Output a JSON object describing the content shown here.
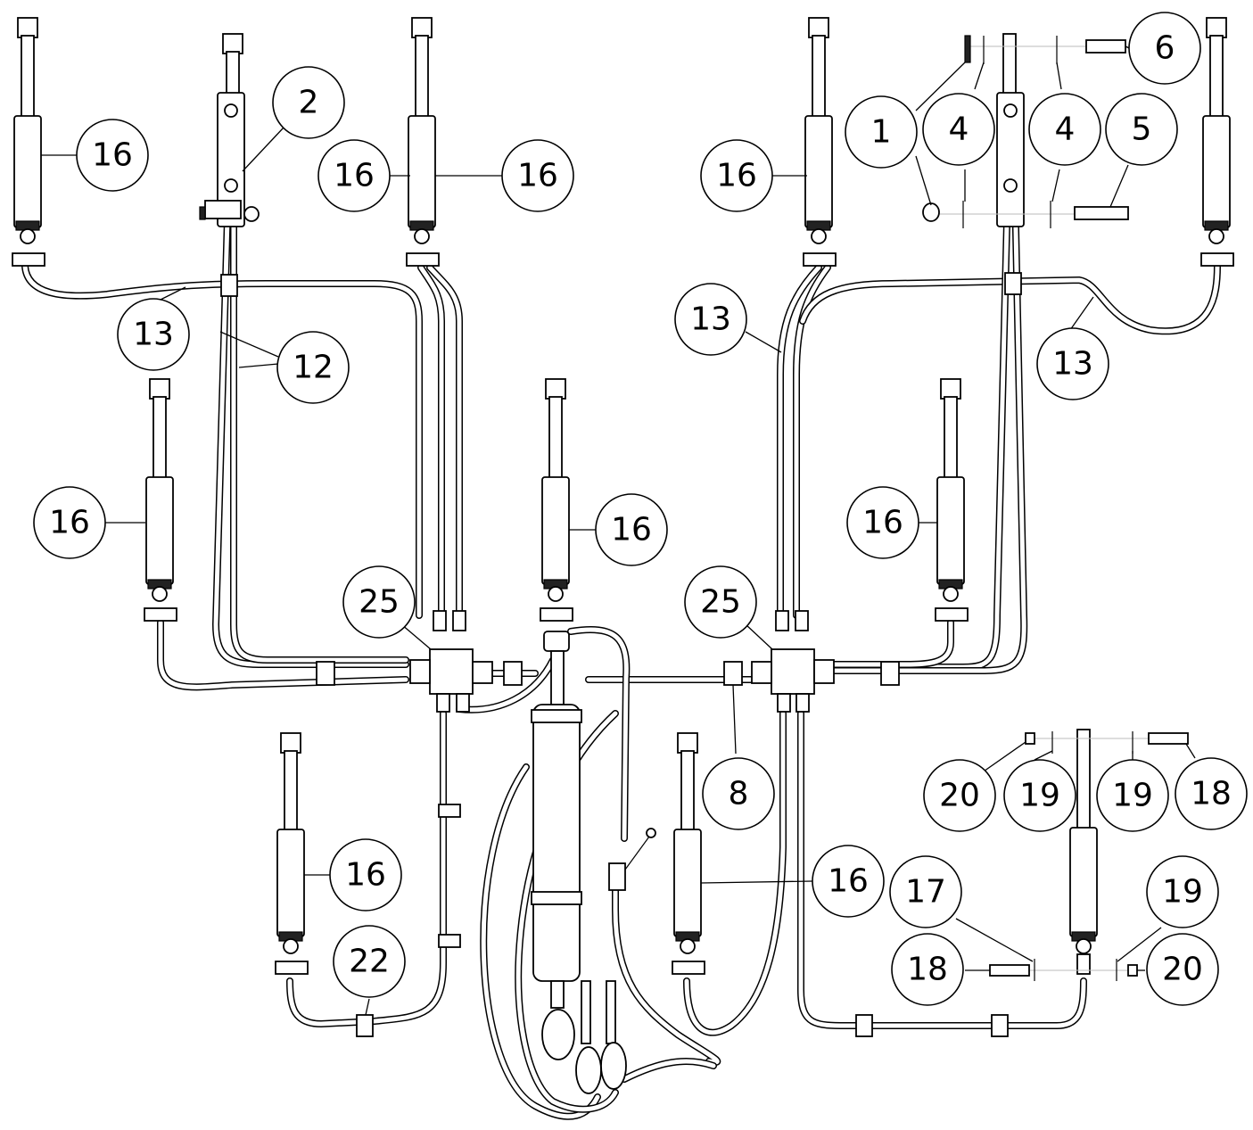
{
  "callouts": [
    {
      "id": "c1",
      "label": "16"
    },
    {
      "id": "c2",
      "label": "2"
    },
    {
      "id": "c3",
      "label": "16"
    },
    {
      "id": "c4",
      "label": "16"
    },
    {
      "id": "c5",
      "label": "16"
    },
    {
      "id": "c6",
      "label": "1"
    },
    {
      "id": "c7",
      "label": "4"
    },
    {
      "id": "c8",
      "label": "4"
    },
    {
      "id": "c9",
      "label": "5"
    },
    {
      "id": "c10",
      "label": "6"
    },
    {
      "id": "c11",
      "label": "13"
    },
    {
      "id": "c12",
      "label": "12"
    },
    {
      "id": "c13",
      "label": "13"
    },
    {
      "id": "c14",
      "label": "13"
    },
    {
      "id": "c15",
      "label": "16"
    },
    {
      "id": "c16",
      "label": "16"
    },
    {
      "id": "c17",
      "label": "16"
    },
    {
      "id": "c18",
      "label": "25"
    },
    {
      "id": "c19",
      "label": "25"
    },
    {
      "id": "c20",
      "label": "8"
    },
    {
      "id": "c21",
      "label": "20"
    },
    {
      "id": "c22",
      "label": "19"
    },
    {
      "id": "c23",
      "label": "19"
    },
    {
      "id": "c24",
      "label": "18"
    },
    {
      "id": "c25",
      "label": "16"
    },
    {
      "id": "c26",
      "label": "16"
    },
    {
      "id": "c27",
      "label": "17"
    },
    {
      "id": "c28",
      "label": "19"
    },
    {
      "id": "c29",
      "label": "22"
    },
    {
      "id": "c30",
      "label": "18"
    },
    {
      "id": "c31",
      "label": "20"
    }
  ]
}
